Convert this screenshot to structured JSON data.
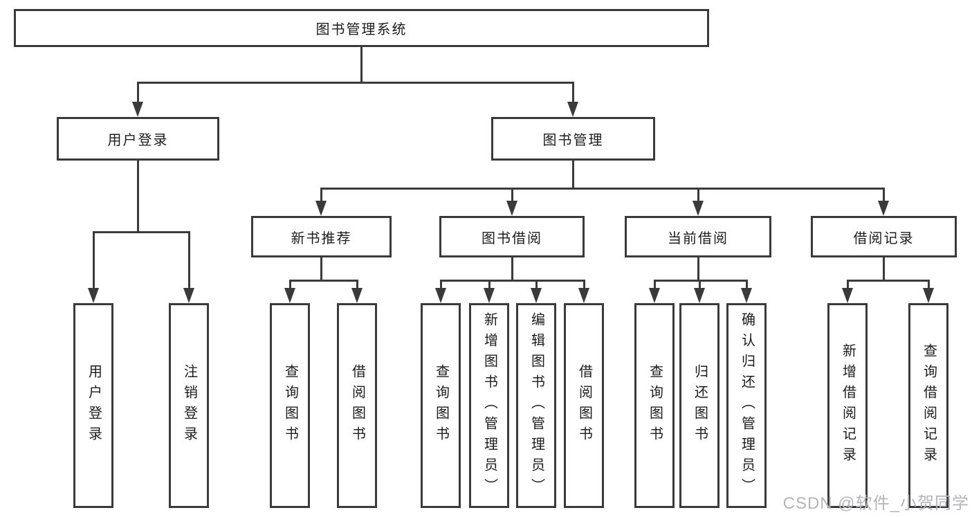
{
  "tree": {
    "root": {
      "label": "图书管理系统",
      "children": [
        {
          "label": "用户登录",
          "children": [
            {
              "label": "用户登录"
            },
            {
              "label": "注销登录"
            }
          ]
        },
        {
          "label": "图书管理",
          "children": [
            {
              "label": "新书推荐",
              "children": [
                {
                  "label": "查询图书"
                },
                {
                  "label": "借阅图书"
                }
              ]
            },
            {
              "label": "图书借阅",
              "children": [
                {
                  "label": "查询图书"
                },
                {
                  "label": "新增图书（管理员）"
                },
                {
                  "label": "编辑图书（管理员）"
                },
                {
                  "label": "借阅图书"
                }
              ]
            },
            {
              "label": "当前借阅",
              "children": [
                {
                  "label": "查询图书"
                },
                {
                  "label": "归还图书"
                },
                {
                  "label": "确认归还（管理员）"
                }
              ]
            },
            {
              "label": "借阅记录",
              "children": [
                {
                  "label": "新增借阅记录"
                },
                {
                  "label": "查询借阅记录"
                }
              ]
            }
          ]
        }
      ]
    }
  },
  "watermark": "CSDN @软件_小贺同学",
  "colors": {
    "line": "#3a3a3a",
    "text": "#1c1c1c",
    "watermark": "#b5b5b9",
    "background": "#ffffff"
  }
}
